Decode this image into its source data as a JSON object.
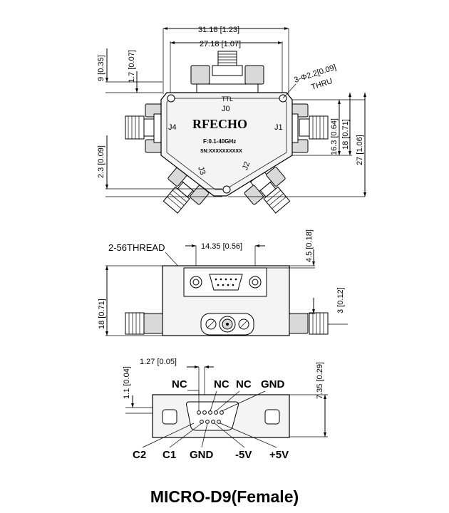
{
  "top_view": {
    "dim_overall_width": "31.18 [1.23]",
    "dim_inner_width": "27.18 [1.07]",
    "dim_top_9": "9 [0.35]",
    "dim_top_1_7": "1.7 [0.07]",
    "dim_left_2_3": "2.3 [0.09]",
    "dim_hole": "3-Φ2.2[0.09]",
    "dim_hole_thru": "THRU",
    "dim_right_16_3": "16.3 [0.64]",
    "dim_right_18": "18 [0.71]",
    "dim_right_27": "27 [1.06]",
    "label_ttl": "TTL",
    "port_j0": "J0",
    "port_j1": "J1",
    "port_j2": "J2",
    "port_j3": "J3",
    "port_j4": "J4",
    "brand": "RFECHO",
    "frequency": "F:0.1-40GHz",
    "serial": "SN:XXXXXXXXXX"
  },
  "side_view": {
    "thread_label": "2-56THREAD",
    "dim_thread_spacing": "14.35 [0.56]",
    "dim_4_5": "4.5 [0.18]",
    "dim_3": "3 [0.12]",
    "dim_18": "18 [0.71]"
  },
  "pinout_view": {
    "dim_1_27": "1.27 [0.05]",
    "dim_1_1": "1.1 [0.04]",
    "dim_7_35": "7.35 [0.29]",
    "pin_nc_1": "NC",
    "pin_nc_2": "NC",
    "pin_nc_3": "NC",
    "pin_gnd_top": "GND",
    "pin_c2": "C2",
    "pin_c1": "C1",
    "pin_gnd_bottom": "GND",
    "pin_minus5v": "-5V",
    "pin_plus5v": "+5V"
  },
  "caption": "MICRO-D9(Female)"
}
